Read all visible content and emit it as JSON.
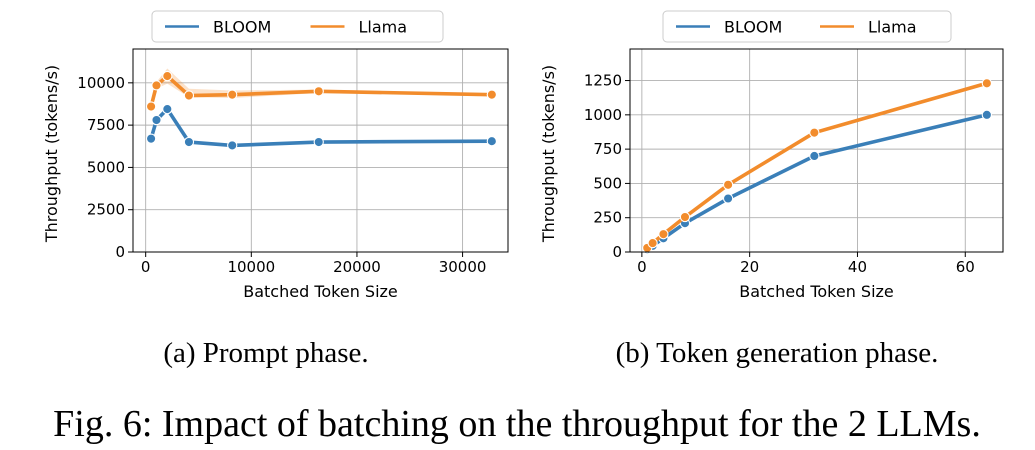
{
  "caption": "Fig. 6: Impact of batching on the throughput for the 2 LLMs.",
  "colors": {
    "BLOOM": "#3a7fb8",
    "Llama": "#f28c2c",
    "grid": "#b0b0b0"
  },
  "chart_data": [
    {
      "type": "line",
      "subcaption": "(a) Prompt phase.",
      "xlabel": "Batched Token Size",
      "ylabel": "Throughput (tokens/s)",
      "xlim": [
        -1200,
        34300
      ],
      "ylim": [
        0,
        12000
      ],
      "xticks": [
        0,
        10000,
        20000,
        30000
      ],
      "yticks": [
        0,
        2500,
        5000,
        7500,
        10000
      ],
      "grid": true,
      "legend": {
        "position": "top",
        "entries": [
          "BLOOM",
          "Llama"
        ]
      },
      "series": [
        {
          "name": "BLOOM",
          "x": [
            512,
            1024,
            2048,
            4096,
            8192,
            16384,
            32768
          ],
          "y": [
            6700,
            7800,
            8450,
            6500,
            6300,
            6500,
            6550
          ]
        },
        {
          "name": "Llama",
          "x": [
            512,
            1024,
            2048,
            4096,
            8192,
            16384,
            32768
          ],
          "y": [
            8600,
            9850,
            10400,
            9250,
            9300,
            9500,
            9300
          ],
          "band_upper": [
            8700,
            10050,
            10850,
            9650,
            9550,
            9600,
            9350
          ],
          "band_lower": [
            8500,
            9650,
            9950,
            9150,
            9100,
            9400,
            9250
          ]
        }
      ]
    },
    {
      "type": "line",
      "subcaption": "(b) Token generation phase.",
      "xlabel": "Batched Token Size",
      "ylabel": "Throughput (tokens/s)",
      "xlim": [
        -2.2,
        67
      ],
      "ylim": [
        0,
        1480
      ],
      "xticks": [
        0,
        20,
        40,
        60
      ],
      "yticks": [
        0,
        250,
        500,
        750,
        1000,
        1250
      ],
      "grid": true,
      "legend": {
        "position": "top",
        "entries": [
          "BLOOM",
          "Llama"
        ]
      },
      "series": [
        {
          "name": "BLOOM",
          "x": [
            1,
            2,
            4,
            8,
            16,
            32,
            64
          ],
          "y": [
            20,
            45,
            100,
            210,
            390,
            700,
            1000
          ]
        },
        {
          "name": "Llama",
          "x": [
            1,
            2,
            4,
            8,
            16,
            32,
            64
          ],
          "y": [
            30,
            65,
            130,
            255,
            490,
            870,
            1230
          ]
        }
      ]
    }
  ]
}
